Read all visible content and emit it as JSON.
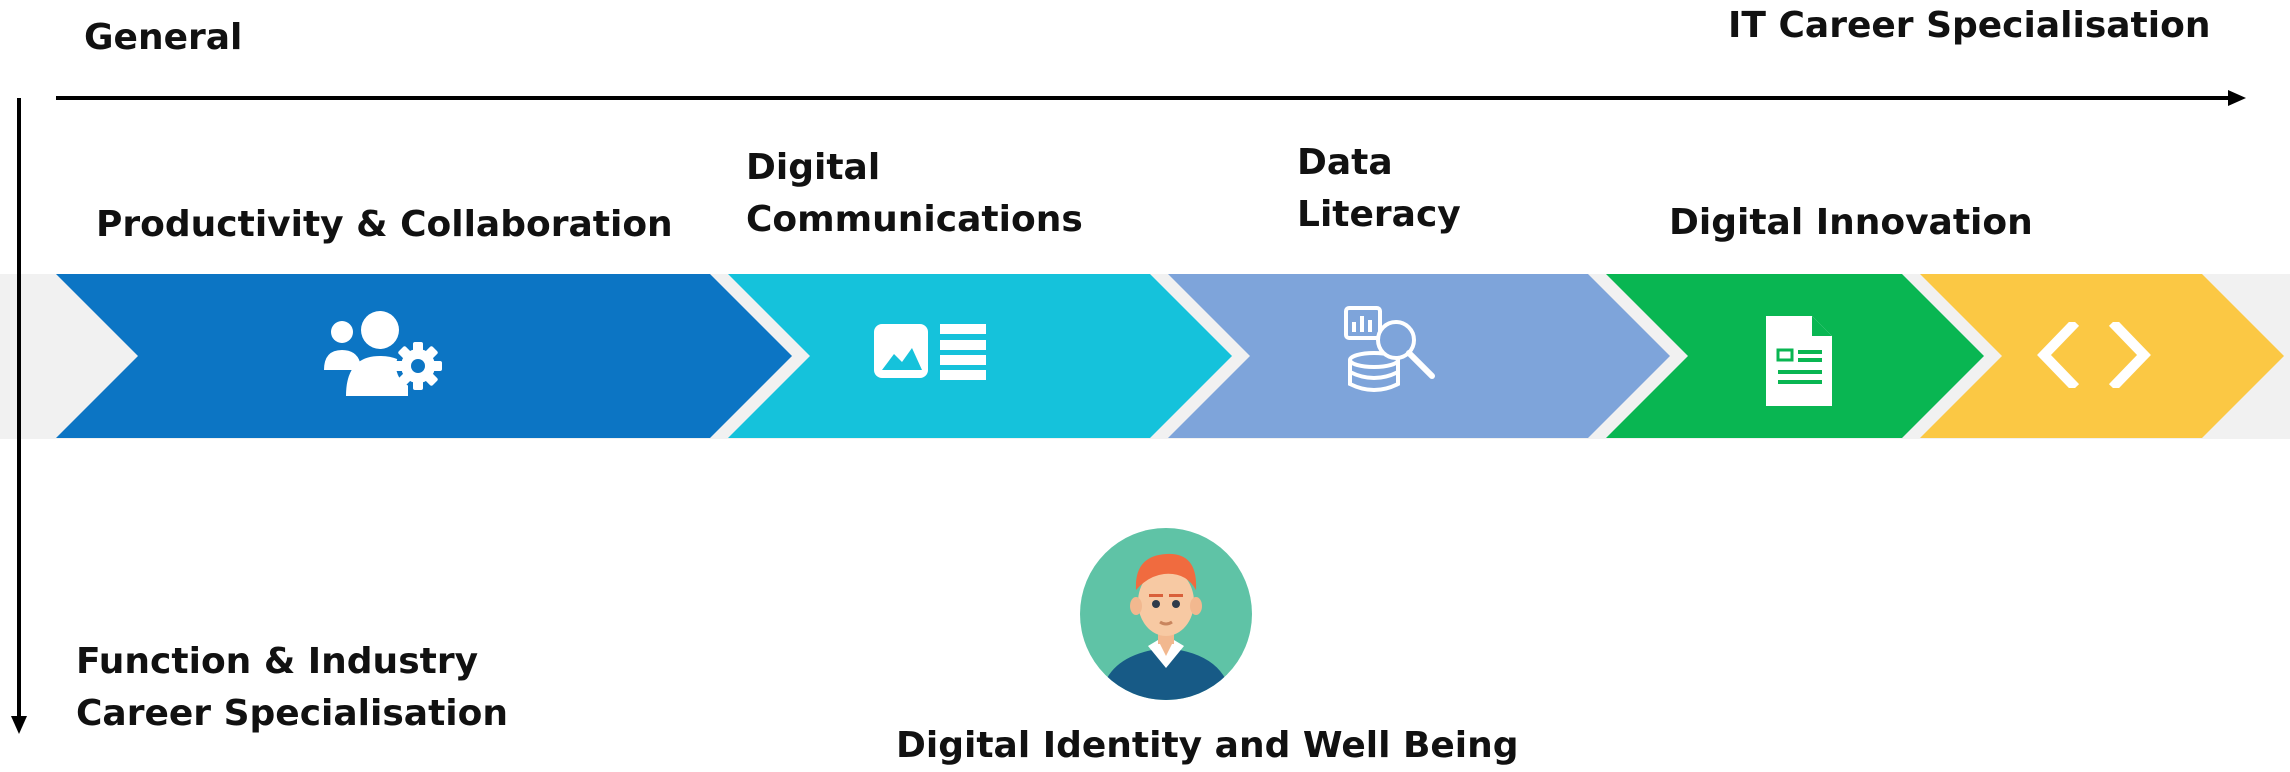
{
  "axis": {
    "top_left_label": "General",
    "top_right_label": "IT Career Specialisation",
    "bottom_left_label": [
      "Function & Industry",
      "Career Specialisation"
    ]
  },
  "stages": [
    {
      "label": [
        "Productivity & Collaboration"
      ],
      "color": "#0c75c4",
      "icon": "users-gear-icon"
    },
    {
      "label": [
        "Digital",
        "Communications"
      ],
      "color": "#15c2db",
      "icon": "image-text-icon"
    },
    {
      "label": [
        "Data",
        "Literacy"
      ],
      "color": "#7ea4da",
      "icon": "data-search-icon"
    },
    {
      "label": [
        "Digital Innovation"
      ],
      "color": "#09b652",
      "icon": "document-icon"
    },
    {
      "label": [],
      "color": "#fbc844",
      "icon": "code-brackets-icon"
    }
  ],
  "identity": {
    "label": "Digital Identity and Well Being",
    "icon": "person-avatar-icon"
  },
  "colors": {
    "band_background": "#f1f1f1",
    "text": "#111111",
    "avatar_circle": "#5fc3a6"
  }
}
